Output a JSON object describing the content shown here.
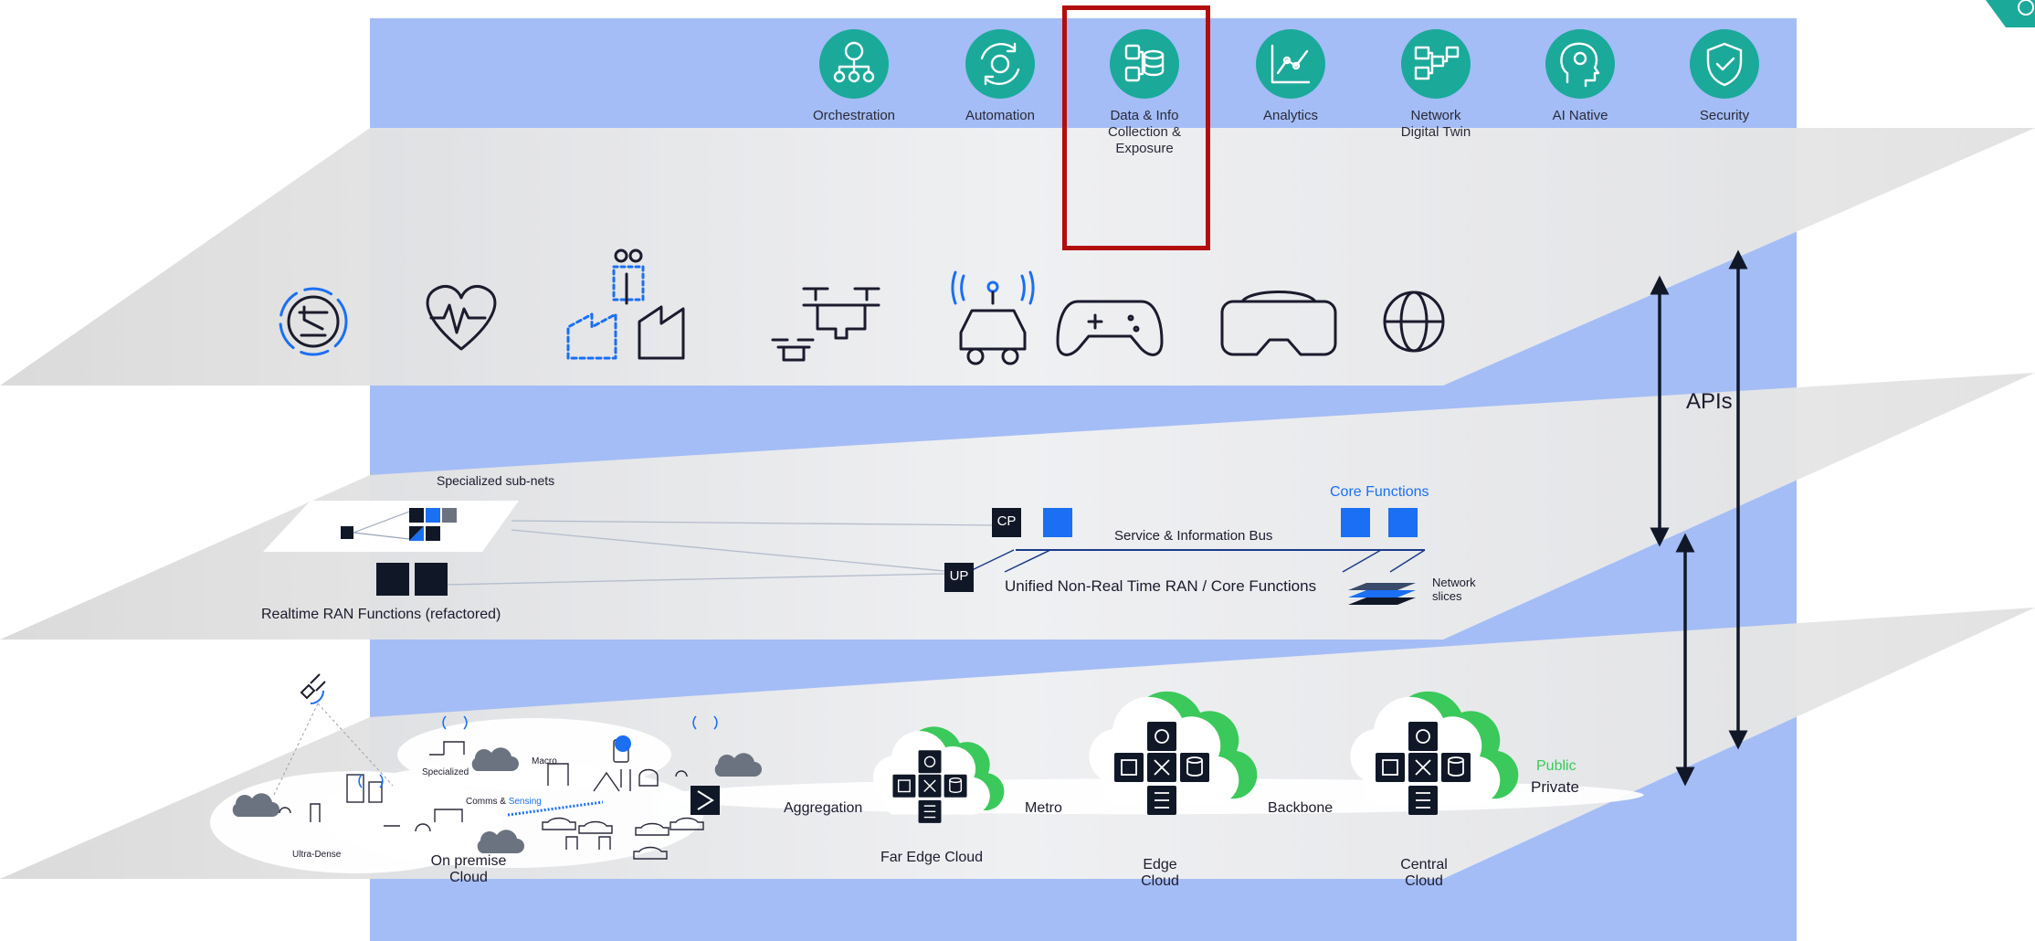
{
  "capabilities": [
    {
      "label": "Orchestration",
      "icon": "orchestration-icon"
    },
    {
      "label": "Automation",
      "icon": "automation-icon"
    },
    {
      "label": "Data & Info\nCollection &\nExposure",
      "icon": "data-collection-icon",
      "highlighted": true
    },
    {
      "label": "Analytics",
      "icon": "analytics-icon"
    },
    {
      "label": "Network\nDigital Twin",
      "icon": "digital-twin-icon"
    },
    {
      "label": "AI Native",
      "icon": "ai-native-icon"
    },
    {
      "label": "Security",
      "icon": "security-icon"
    }
  ],
  "use_case_icons": [
    "robot-arm-icon",
    "heart-health-icon",
    "factory-icon",
    "drone-icon",
    "connected-car-icon",
    "gamepad-icon",
    "vr-headset-icon",
    "globe-icon"
  ],
  "apis_label": "APIs",
  "network_functions": {
    "specialized_subnets": "Specialized sub-nets",
    "realtime_ran": "Realtime RAN Functions (refactored)",
    "core_functions": "Core Functions",
    "service_bus": "Service & Information Bus",
    "cp_label": "CP",
    "up_label": "UP",
    "unified_nrt": "Unified Non-Real Time RAN / Core Functions",
    "network_slices": "Network\nslices"
  },
  "infrastructure": {
    "ultra_dense": "Ultra-Dense",
    "specialized": "Specialized",
    "macro": "Macro",
    "comms_sensing_1": "Comms &",
    "comms_sensing_2": "Sensing",
    "on_premise_cloud": "On premise\nCloud",
    "aggregation": "Aggregation",
    "metro": "Metro",
    "backbone": "Backbone",
    "far_edge_cloud": "Far Edge Cloud",
    "edge_cloud": "Edge\nCloud",
    "central_cloud": "Central\nCloud",
    "public_label": "Public",
    "private_label": "Private"
  },
  "colors": {
    "panel_blue": "#a4bdf6",
    "plane_grey": "#ebebeb",
    "teal": "#1ba99a",
    "highlight_red": "#b30d0d",
    "accent_blue": "#1a6ff2",
    "navy": "#101828",
    "public_green": "#3ac95a"
  }
}
